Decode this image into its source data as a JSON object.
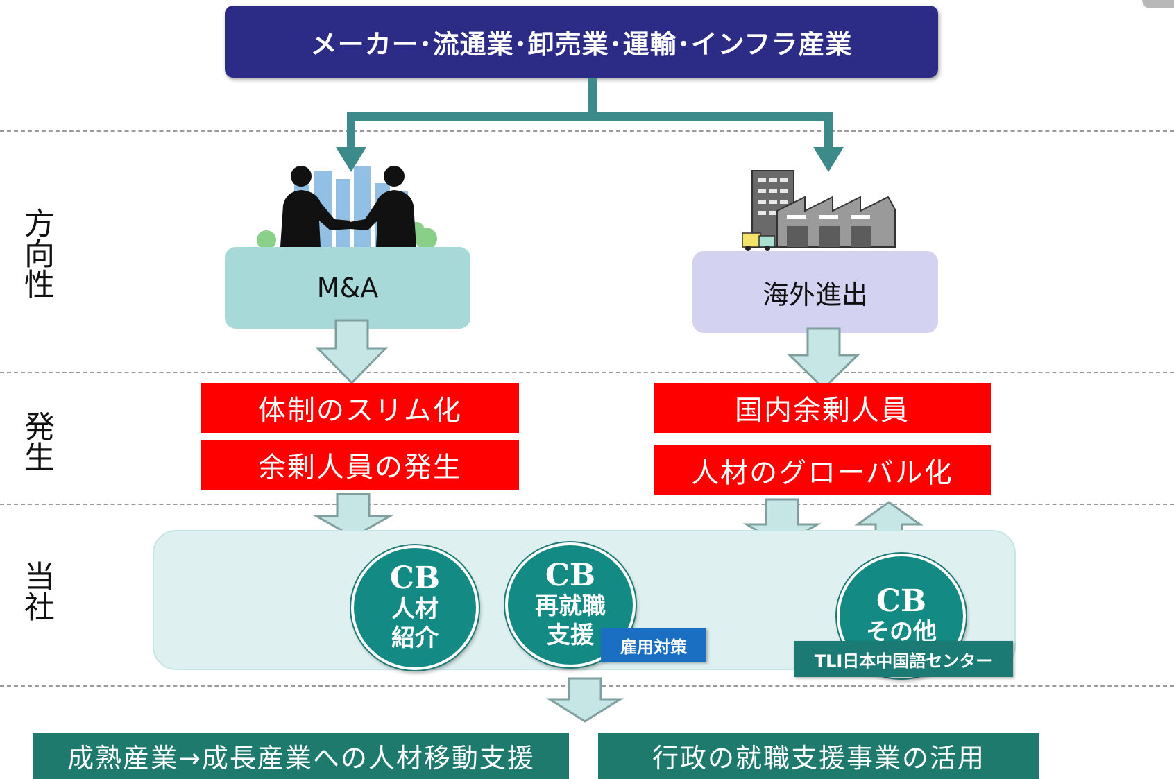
{
  "header": {
    "title": "メーカー･流通業･卸売業･運輸･インフラ産業"
  },
  "side_labels": {
    "direction": "方向性",
    "occurrence": "発生",
    "company": "当社"
  },
  "directions": {
    "left": "M&A",
    "right": "海外進出"
  },
  "occurrences": {
    "left": [
      "体制のスリム化",
      "余剰人員の発生"
    ],
    "right": [
      "国内余剰人員",
      "人材のグローバル化"
    ]
  },
  "services": {
    "cb1": {
      "brand": "CB",
      "line1": "人材",
      "line2": "紹介"
    },
    "cb2": {
      "brand": "CB",
      "line1": "再就職",
      "line2": "支援",
      "tag": "雇用対策"
    },
    "cb3": {
      "brand": "CB",
      "line1": "その他",
      "tag": "TLI日本中国語センター"
    }
  },
  "outcomes": {
    "left": "成熟産業→成長産業への人材移動支援",
    "right": "行政の就職支援事業の活用"
  },
  "colors": {
    "navy": "#2c2c86",
    "teal_arrow": "#3d8a8a",
    "red": "#ff0000",
    "dark_green": "#1f7a6e",
    "circle": "#138a84",
    "ma_box": "#a8d9d9",
    "overseas_box": "#d3d3f1",
    "panel": "#dff0f0",
    "tag_blue": "#1a6fc2",
    "tag_green": "#1c7a74"
  },
  "icons": {
    "left": "business-handshake-icon",
    "right": "factory-icon"
  }
}
